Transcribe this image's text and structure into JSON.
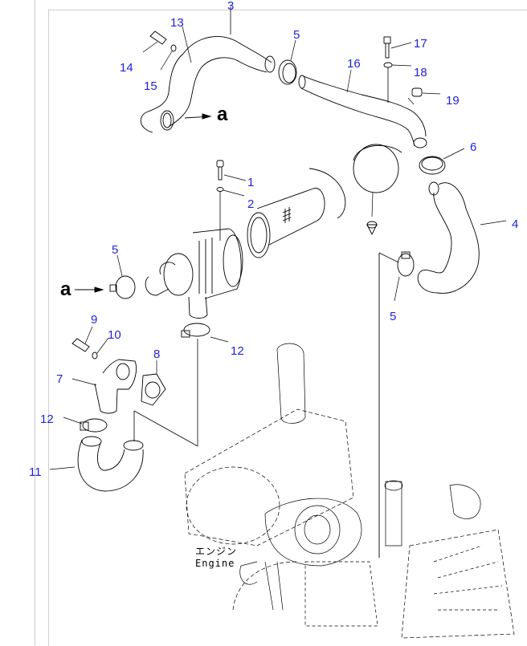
{
  "diagram": {
    "title": "Air intake / air cleaner piping exploded view",
    "callouts": [
      {
        "id": "c3",
        "text": "3"
      },
      {
        "id": "c13",
        "text": "13"
      },
      {
        "id": "c14",
        "text": "14"
      },
      {
        "id": "c15",
        "text": "15"
      },
      {
        "id": "c5a",
        "text": "5"
      },
      {
        "id": "c16",
        "text": "16"
      },
      {
        "id": "c17",
        "text": "17"
      },
      {
        "id": "c18",
        "text": "18"
      },
      {
        "id": "c19",
        "text": "19"
      },
      {
        "id": "c6",
        "text": "6"
      },
      {
        "id": "c1",
        "text": "1"
      },
      {
        "id": "c2",
        "text": "2"
      },
      {
        "id": "c4",
        "text": "4"
      },
      {
        "id": "c5b",
        "text": "5"
      },
      {
        "id": "c5c",
        "text": "5"
      },
      {
        "id": "c9",
        "text": "9"
      },
      {
        "id": "c10",
        "text": "10"
      },
      {
        "id": "c8",
        "text": "8"
      },
      {
        "id": "c7",
        "text": "7"
      },
      {
        "id": "c12a",
        "text": "12"
      },
      {
        "id": "c12b",
        "text": "12"
      },
      {
        "id": "c11",
        "text": "11"
      }
    ],
    "view_markers": [
      {
        "id": "a_top",
        "text": "a"
      },
      {
        "id": "a_left",
        "text": "a"
      }
    ],
    "engine_label": {
      "jp": "エンジン",
      "en": "Engine"
    },
    "colors": {
      "callout": "#1f1fe0",
      "line": "#000000",
      "frame": "#cfcfcf"
    }
  }
}
